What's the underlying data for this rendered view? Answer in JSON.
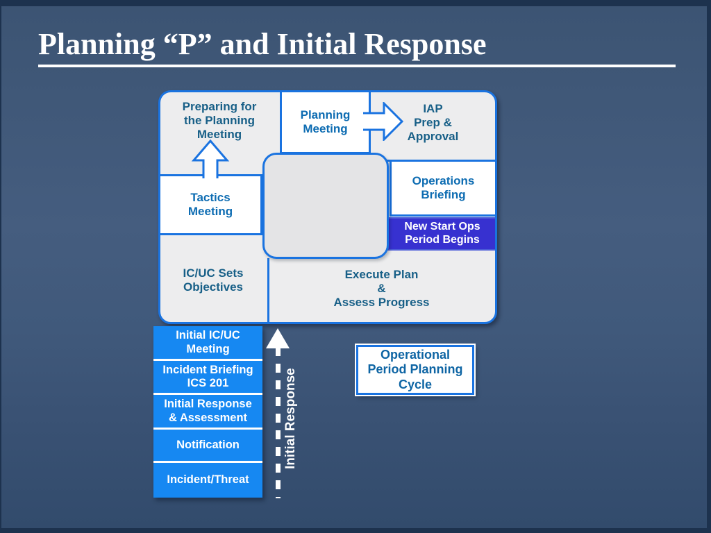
{
  "slide": {
    "title": "Planning “P” and Initial Response"
  },
  "diagram": {
    "head": {
      "preparing": "Preparing for\nthe Planning\nMeeting",
      "planning_meeting": "Planning\nMeeting",
      "iap": "IAP\nPrep &\nApproval",
      "operations_briefing": "Operations\nBriefing",
      "new_start": "New Start Ops\nPeriod Begins",
      "tactics": "Tactics\nMeeting",
      "icuc_sets": "IC/UC Sets\nObjectives",
      "execute": "Execute Plan\n&\nAssess Progress"
    },
    "leg": {
      "items": [
        "Initial IC/UC\nMeeting",
        "Incident Briefing\nICS 201",
        "Initial Response\n& Assessment",
        "Notification",
        "Incident/Threat"
      ]
    },
    "initial_response_label": "Initial Response",
    "operational_cycle": "Operational\nPeriod Planning\nCycle"
  },
  "colors": {
    "background_top": "#3c5473",
    "background_bottom": "#324b6c",
    "frame": "#1d324e",
    "diagram_border_blue": "#1a73e0",
    "head_gray": "#ededee",
    "central_gray": "#e4e4e6",
    "leg_blue": "#1688f2",
    "new_start_indigo": "#3731d0",
    "text_teal": "#175f87",
    "text_blue": "#0d6cb2",
    "op_cycle_text": "#0e65a4",
    "white": "#ffffff"
  }
}
